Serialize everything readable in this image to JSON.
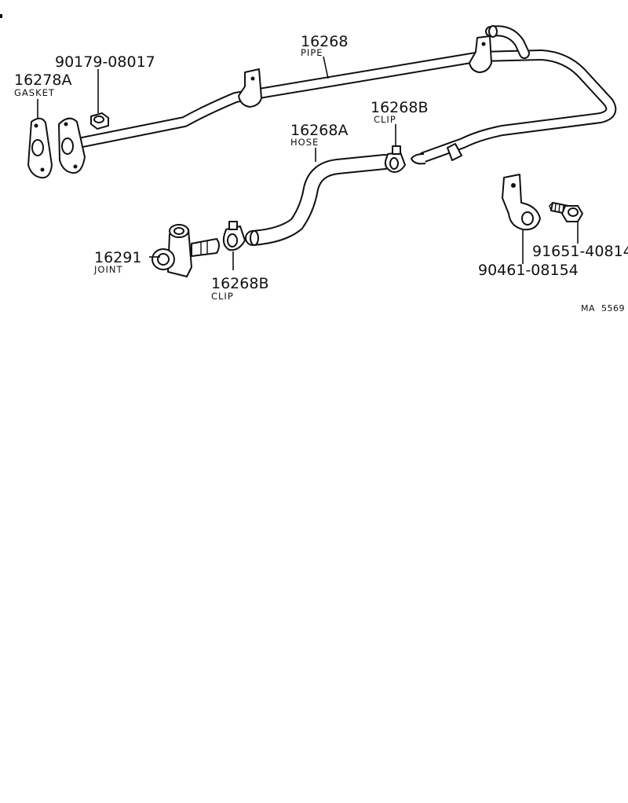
{
  "labels": {
    "pipe": {
      "number": "16268",
      "name": "PIPE"
    },
    "gasket": {
      "number": "16278A",
      "name": "GASKET"
    },
    "nut": {
      "number": "90179-08017"
    },
    "clip_upper": {
      "number": "16268B",
      "name": "CLIP"
    },
    "hose": {
      "number": "16268A",
      "name": "HOSE"
    },
    "joint": {
      "number": "16291",
      "name": "JOINT"
    },
    "clip_lower": {
      "number": "16268B",
      "name": "CLIP"
    },
    "bolt": {
      "number": "91651-40814"
    },
    "clamp": {
      "number": "90461-08154"
    }
  },
  "drawing_code": "MA  5569"
}
